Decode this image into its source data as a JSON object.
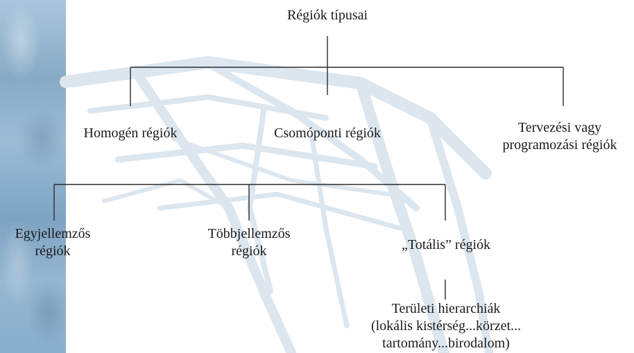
{
  "root": {
    "label": "Régiók típusai"
  },
  "level1": [
    {
      "lines": [
        "Homogén régiók"
      ]
    },
    {
      "lines": [
        "Csomóponti régiók"
      ]
    },
    {
      "lines": [
        "Tervezési vagy",
        "programozási régiók"
      ]
    }
  ],
  "level2": [
    {
      "lines": [
        "Egyjellemzős",
        "régiók"
      ]
    },
    {
      "lines": [
        "Többjellemzős",
        "régiók"
      ]
    },
    {
      "lines": [
        "„Totális” régiók"
      ]
    }
  ],
  "level3": {
    "lines": [
      "Területi hierarchiák",
      "(lokális kistérség...körzet...",
      "tartomány...birodalom)"
    ]
  },
  "colors": {
    "line": "#2b2b2b",
    "text": "#1a1a1a",
    "strip": "#8fb1cd",
    "watermark": "#dbe6ef"
  }
}
